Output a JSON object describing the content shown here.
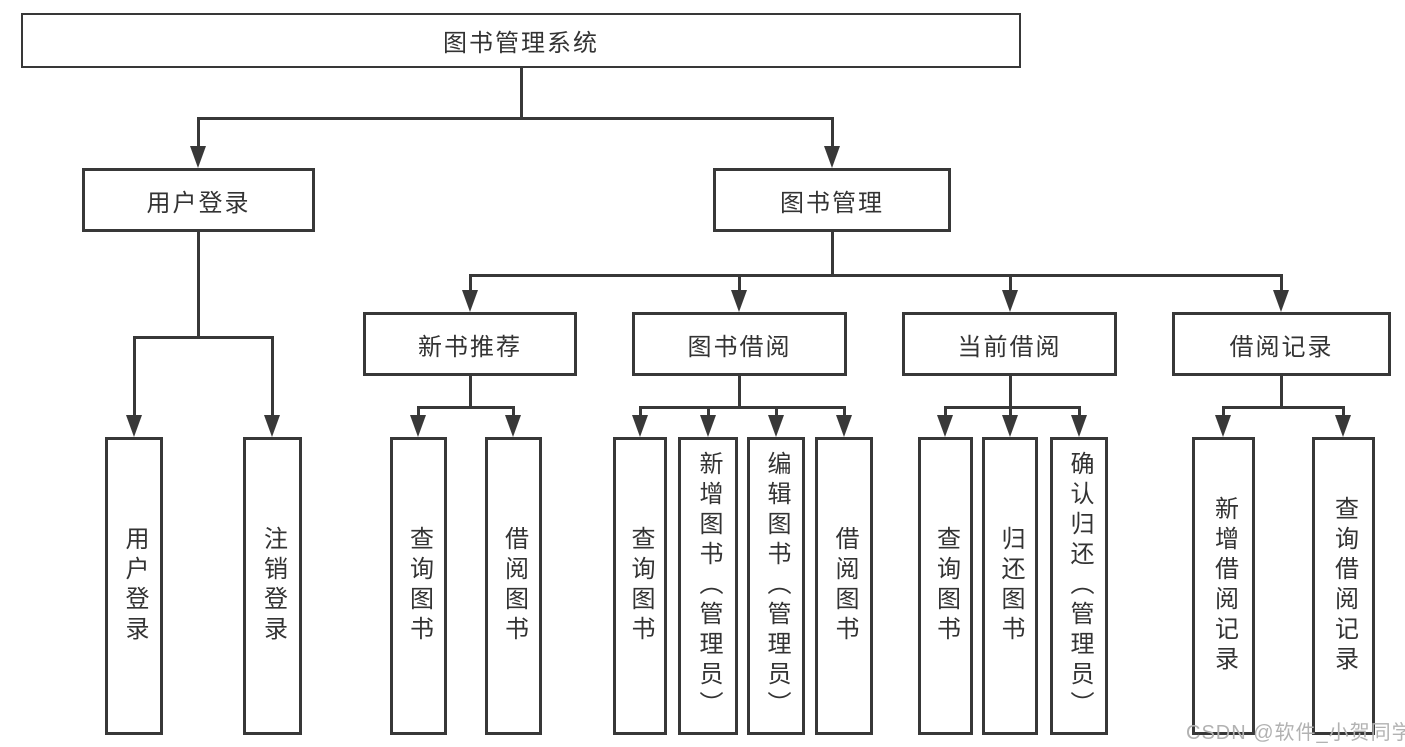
{
  "tree": {
    "label": "图书管理系统",
    "children": [
      {
        "label": "用户登录",
        "children": [
          {
            "label": "用户登录"
          },
          {
            "label": "注销登录"
          }
        ]
      },
      {
        "label": "图书管理",
        "children": [
          {
            "label": "新书推荐",
            "children": [
              {
                "label": "查询图书"
              },
              {
                "label": "借阅图书"
              }
            ]
          },
          {
            "label": "图书借阅",
            "children": [
              {
                "label": "查询图书"
              },
              {
                "label": "新增图书（管理员）"
              },
              {
                "label": "编辑图书（管理员）"
              },
              {
                "label": "借阅图书"
              }
            ]
          },
          {
            "label": "当前借阅",
            "children": [
              {
                "label": "查询图书"
              },
              {
                "label": "归还图书"
              },
              {
                "label": "确认归还（管理员）"
              }
            ]
          },
          {
            "label": "借阅记录",
            "children": [
              {
                "label": "新增借阅记录"
              },
              {
                "label": "查询借阅记录"
              }
            ]
          }
        ]
      }
    ]
  },
  "watermark": {
    "text": "CSDN @软件_小贺同学"
  },
  "colors": {
    "line": "#383838",
    "text": "#333333",
    "background": "#ffffff",
    "watermark": "#b2b2b2"
  }
}
